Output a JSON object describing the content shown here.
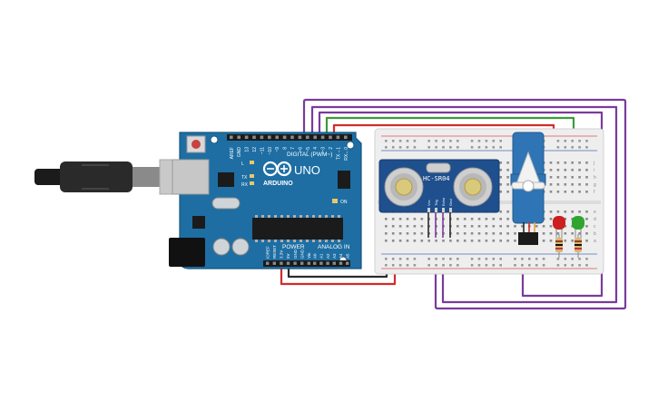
{
  "arduino": {
    "brand": "ARDUINO",
    "model": "UNO",
    "digital_header": "DIGITAL (PWM~)",
    "power_header": "POWER",
    "analog_header": "ANALOG IN",
    "on_label": "ON",
    "tx_label": "TX",
    "rx_label": "RX",
    "l_label": "L",
    "digital_pins": [
      "AREF",
      "GND",
      "13",
      "12",
      "~11",
      "~10",
      "~9",
      "8",
      "7",
      "~6",
      "~5",
      "4",
      "~3",
      "2",
      "TX→1",
      "RX←0"
    ],
    "power_pins": [
      "IOREF",
      "RESET",
      "3.3V",
      "5V",
      "GND",
      "GND",
      "Vin"
    ],
    "analog_pins": [
      "A0",
      "A1",
      "A2",
      "A3",
      "A4",
      "A5"
    ]
  },
  "sensor": {
    "model": "HC-SR04",
    "pins": [
      "Vcc",
      "Trig",
      "Echo",
      "Gnd"
    ]
  },
  "breadboard": {
    "row_letters_top": [
      "j",
      "i",
      "h",
      "g",
      "f"
    ],
    "row_letters_bottom": [
      "e",
      "d",
      "c",
      "b",
      "a"
    ]
  },
  "leds": [
    {
      "color_name": "red",
      "color": "#cc1f1f"
    },
    {
      "color_name": "green",
      "color": "#2fa52f"
    }
  ],
  "wires": {
    "purple": "#7a3b9b",
    "red": "#d22b2b",
    "green": "#3a9b3a",
    "black": "#2b2b2b"
  }
}
